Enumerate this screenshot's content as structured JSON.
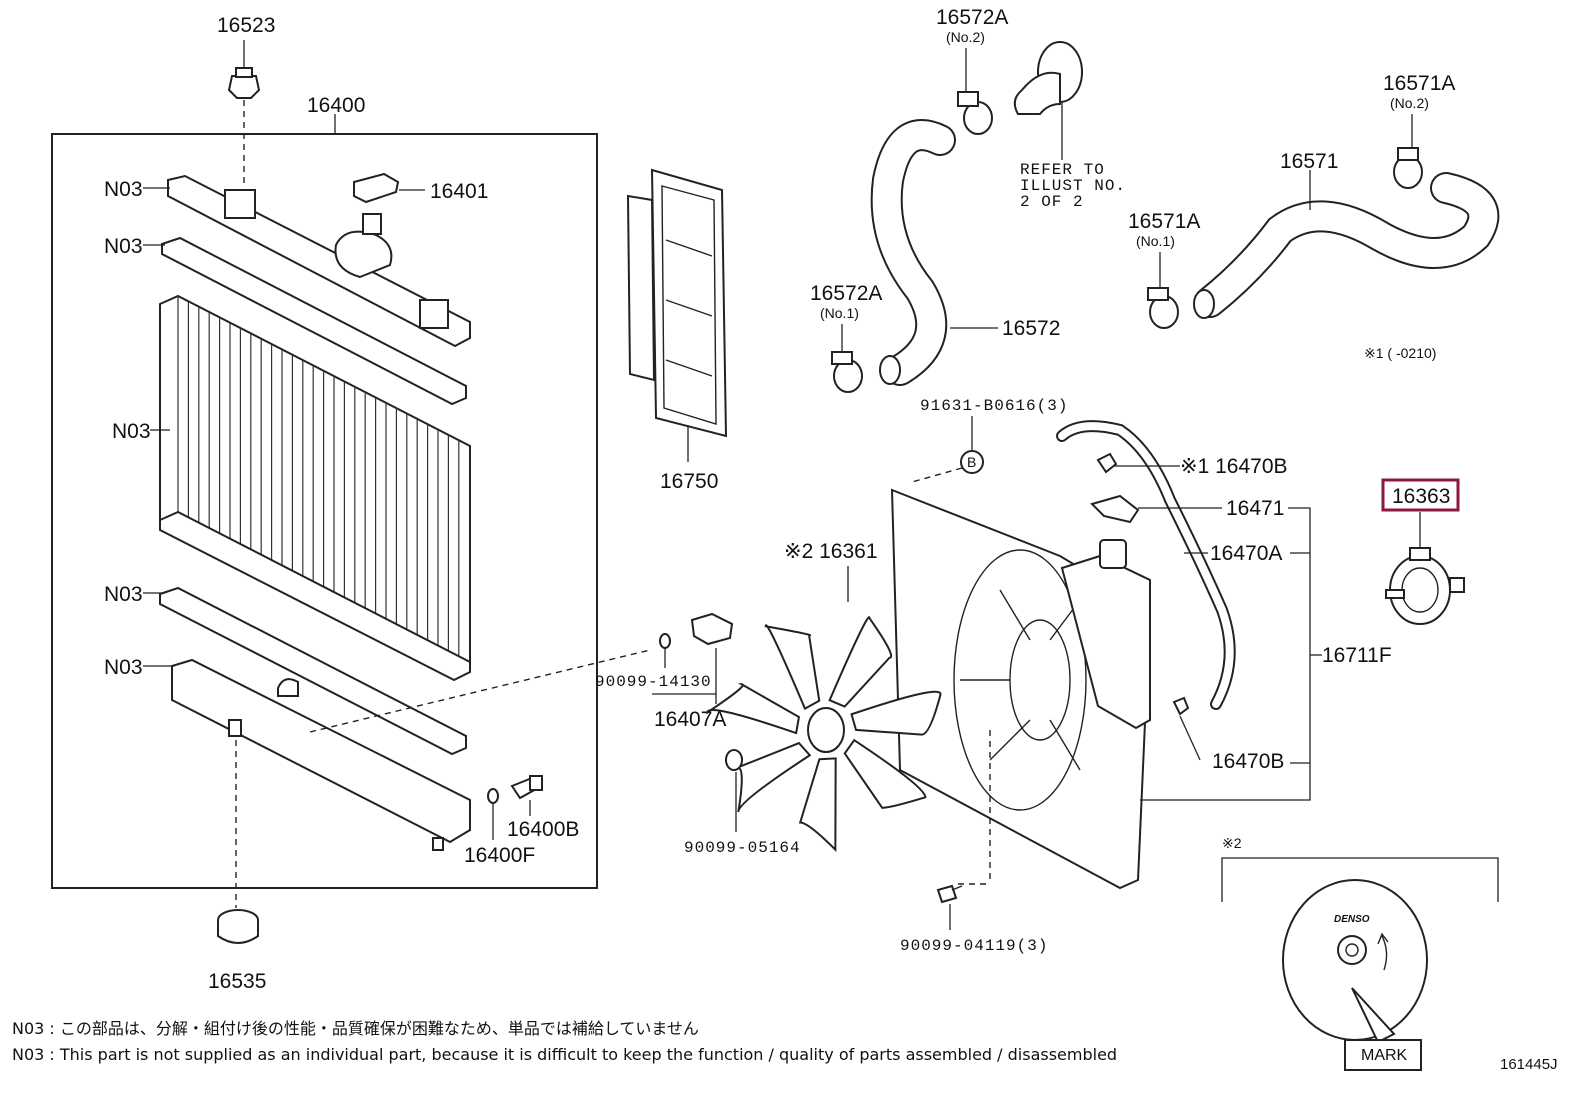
{
  "labels": {
    "p16523": "16523",
    "p16400": "16400",
    "p16401": "16401",
    "n03_a": "N03",
    "n03_b": "N03",
    "n03_c": "N03",
    "n03_d": "N03",
    "n03_e": "N03",
    "p16750": "16750",
    "p16535": "16535",
    "p16400B": "16400B",
    "p16400F": "16400F",
    "p90099_14130": "90099-14130",
    "p16407A": "16407A",
    "p16572A_top": "16572A",
    "p16572A_top_sub": "(No.2)",
    "p16572A_left": "16572A",
    "p16572A_left_sub": "(No.1)",
    "p16572": "16572",
    "refer_1": "REFER TO",
    "refer_2": "ILLUST NO.",
    "refer_3": "2 OF 2",
    "p16571A_top": "16571A",
    "p16571A_top_sub": "(No.2)",
    "p16571": "16571",
    "p16571A_mid": "16571A",
    "p16571A_mid_sub": "(No.1)",
    "note_0210": "※1 (       -0210)",
    "p91631": "91631-B0616(3)",
    "circle_b": "B",
    "p16470B_top": "※1 16470B",
    "p16471": "16471",
    "p16470A": "16470A",
    "p16711F": "16711F",
    "p16470B_bot": "16470B",
    "p16361": "※2 16361",
    "p90099_05164": "90099-05164",
    "p90099_04119": "90099-04119(3)",
    "p16363": "16363",
    "mark_ref": "※2",
    "denso": "DENSO",
    "mark": "MARK"
  },
  "notes": {
    "ja": "N03 : この部品は、分解・組付け後の性能・品質確保が困難なため、単品では補給していません",
    "en": "N03 : This part is not supplied as an individual part, because it is difficult to keep the function / quality of parts assembled / disassembled"
  },
  "illustration_code": "161445J",
  "colors": {
    "highlight": "#8b1a3a",
    "line": "#222222"
  }
}
